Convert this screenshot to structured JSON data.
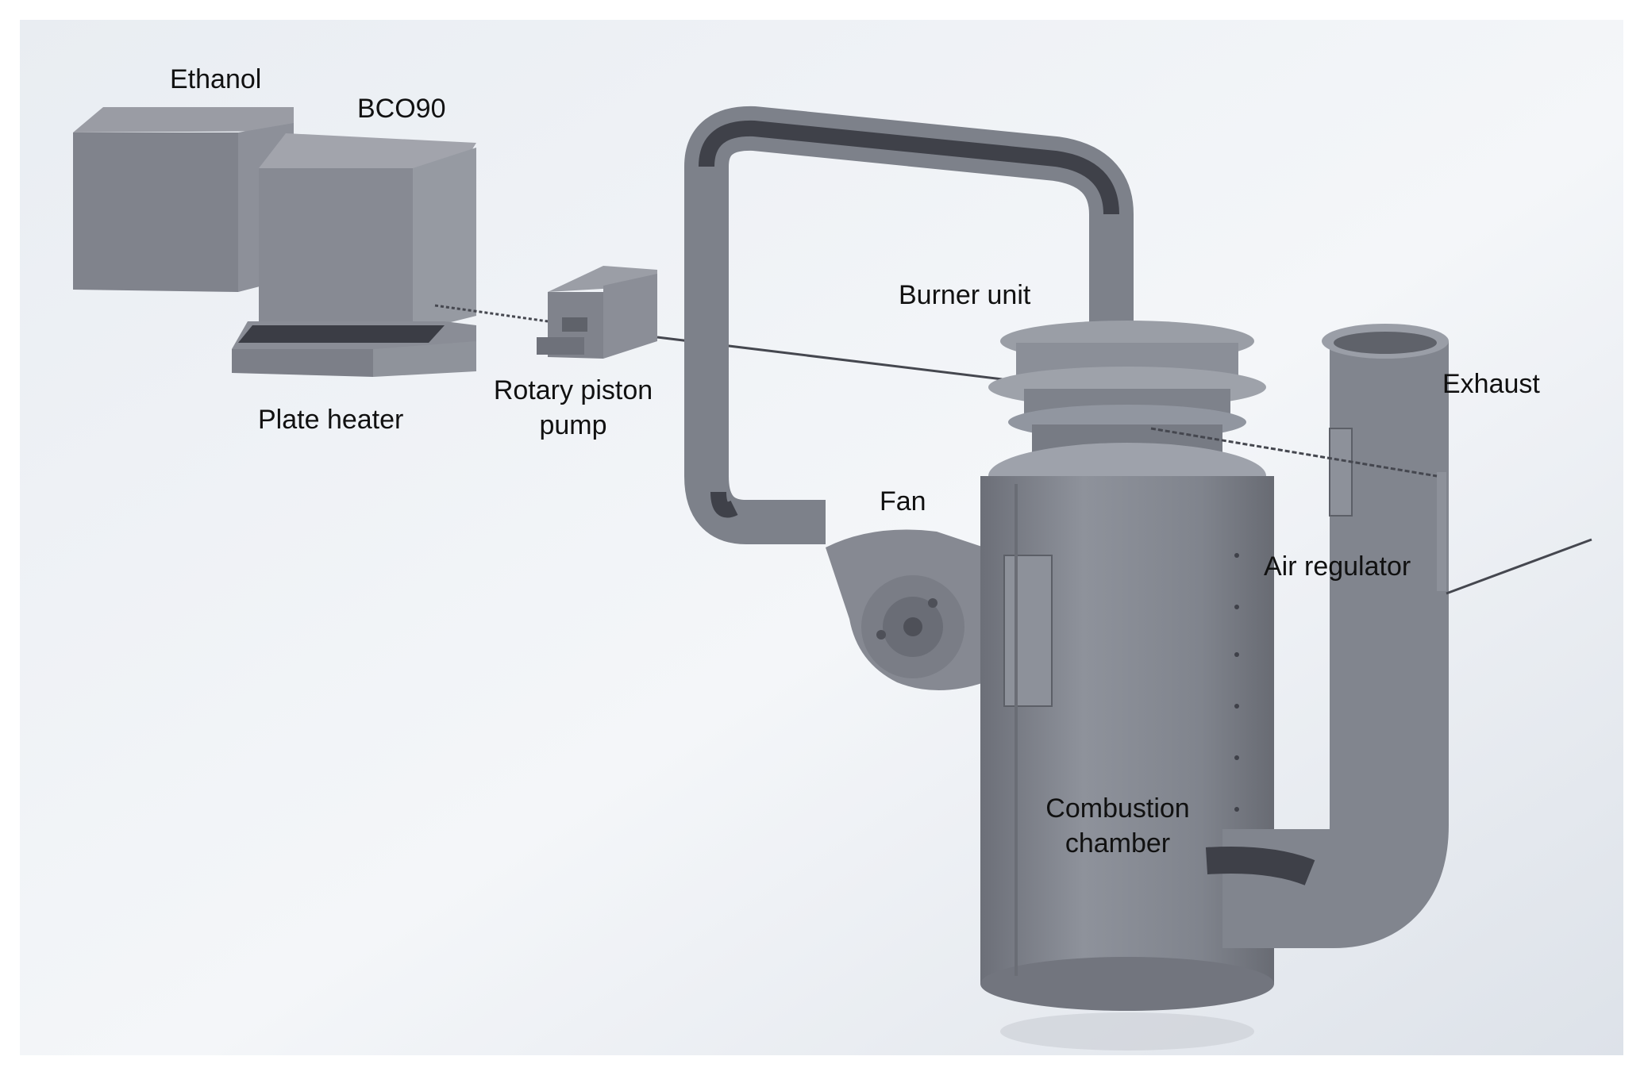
{
  "labels": {
    "ethanol": "Ethanol",
    "bco90": "BCO90",
    "plate_heater": "Plate heater",
    "pump_line1": "Rotary piston",
    "pump_line2": "pump",
    "burner_unit": "Burner unit",
    "fan": "Fan",
    "exhaust": "Exhaust",
    "air_regulator": "Air regulator",
    "chamber_line1": "Combustion",
    "chamber_line2": "chamber"
  }
}
